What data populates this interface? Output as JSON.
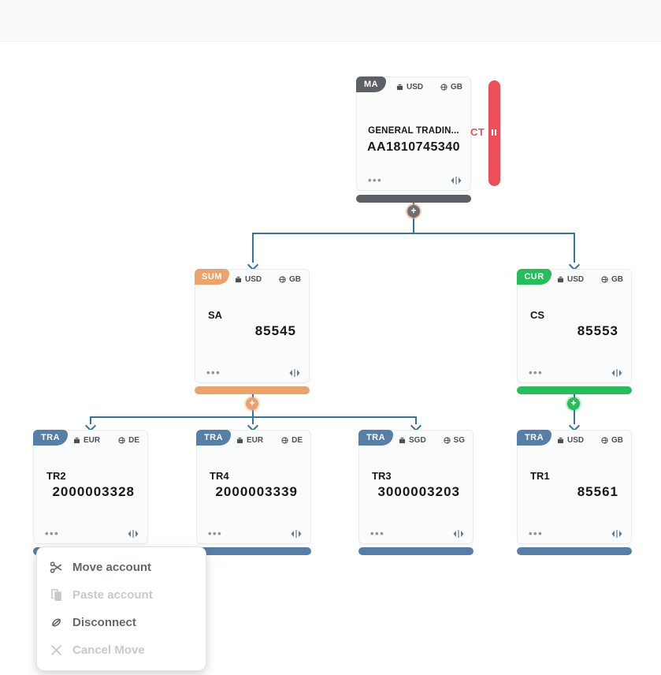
{
  "accounts": {
    "ma": {
      "type_badge": "MA",
      "currency": "USD",
      "country": "GB",
      "title": "GENERAL TRADIN...",
      "account_number": "AA1810745340",
      "tab_label": "CT"
    },
    "sa": {
      "type_badge": "SUM",
      "currency": "USD",
      "country": "GB",
      "name": "SA",
      "account_number": "85545"
    },
    "cs": {
      "type_badge": "CUR",
      "currency": "USD",
      "country": "GB",
      "name": "CS",
      "account_number": "85553"
    },
    "tr2": {
      "type_badge": "TRA",
      "currency": "EUR",
      "country": "DE",
      "name": "TR2",
      "account_number": "2000003328"
    },
    "tr4": {
      "type_badge": "TRA",
      "currency": "EUR",
      "country": "DE",
      "name": "TR4",
      "account_number": "2000003339"
    },
    "tr3": {
      "type_badge": "TRA",
      "currency": "SGD",
      "country": "SG",
      "name": "TR3",
      "account_number": "3000003203"
    },
    "tr1": {
      "type_badge": "TRA",
      "currency": "USD",
      "country": "GB",
      "name": "TR1",
      "account_number": "85561"
    }
  },
  "icons": {
    "more": "•••",
    "plus": "+"
  },
  "context_menu": {
    "items": [
      {
        "label": "Move account",
        "icon": "scissors-icon",
        "enabled": true
      },
      {
        "label": "Paste account",
        "icon": "paste-icon",
        "enabled": false
      },
      {
        "label": "Disconnect",
        "icon": "disconnect-icon",
        "enabled": true
      },
      {
        "label": "Cancel Move",
        "icon": "cancel-icon",
        "enabled": false
      }
    ]
  },
  "colors": {
    "master": "#5d6064",
    "summary": "#eaa36d",
    "current": "#26bd5b",
    "transaction": "#567ea6",
    "suspended_tab": "#ec4f57",
    "connector": "#3273a8"
  }
}
